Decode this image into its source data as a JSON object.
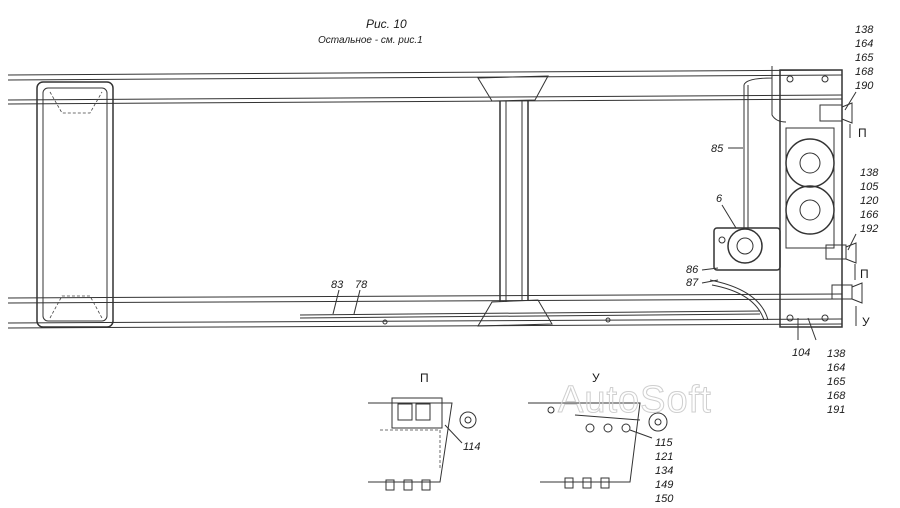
{
  "figure": {
    "title": "Рис. 10",
    "subtitle": "Остальное - см. рис.1"
  },
  "callouts": {
    "c85": "85",
    "c6": "6",
    "c86": "86",
    "c87": "87",
    "c83": "83",
    "c78": "78",
    "c104": "104"
  },
  "stacks": {
    "top_right": [
      "138",
      "164",
      "165",
      "168",
      "190"
    ],
    "middle_right": [
      "138",
      "105",
      "120",
      "166",
      "192"
    ],
    "bottom_right": [
      "138",
      "164",
      "165",
      "168",
      "191"
    ],
    "detail_u": [
      "115",
      "121",
      "134",
      "149",
      "150"
    ]
  },
  "view_marks": {
    "p_upper": "П",
    "p_lower": "П",
    "u_main": "У",
    "detail_p_title": "П",
    "detail_u_title": "У"
  },
  "detail_p_callout": "114",
  "watermark": "AutoSoft"
}
